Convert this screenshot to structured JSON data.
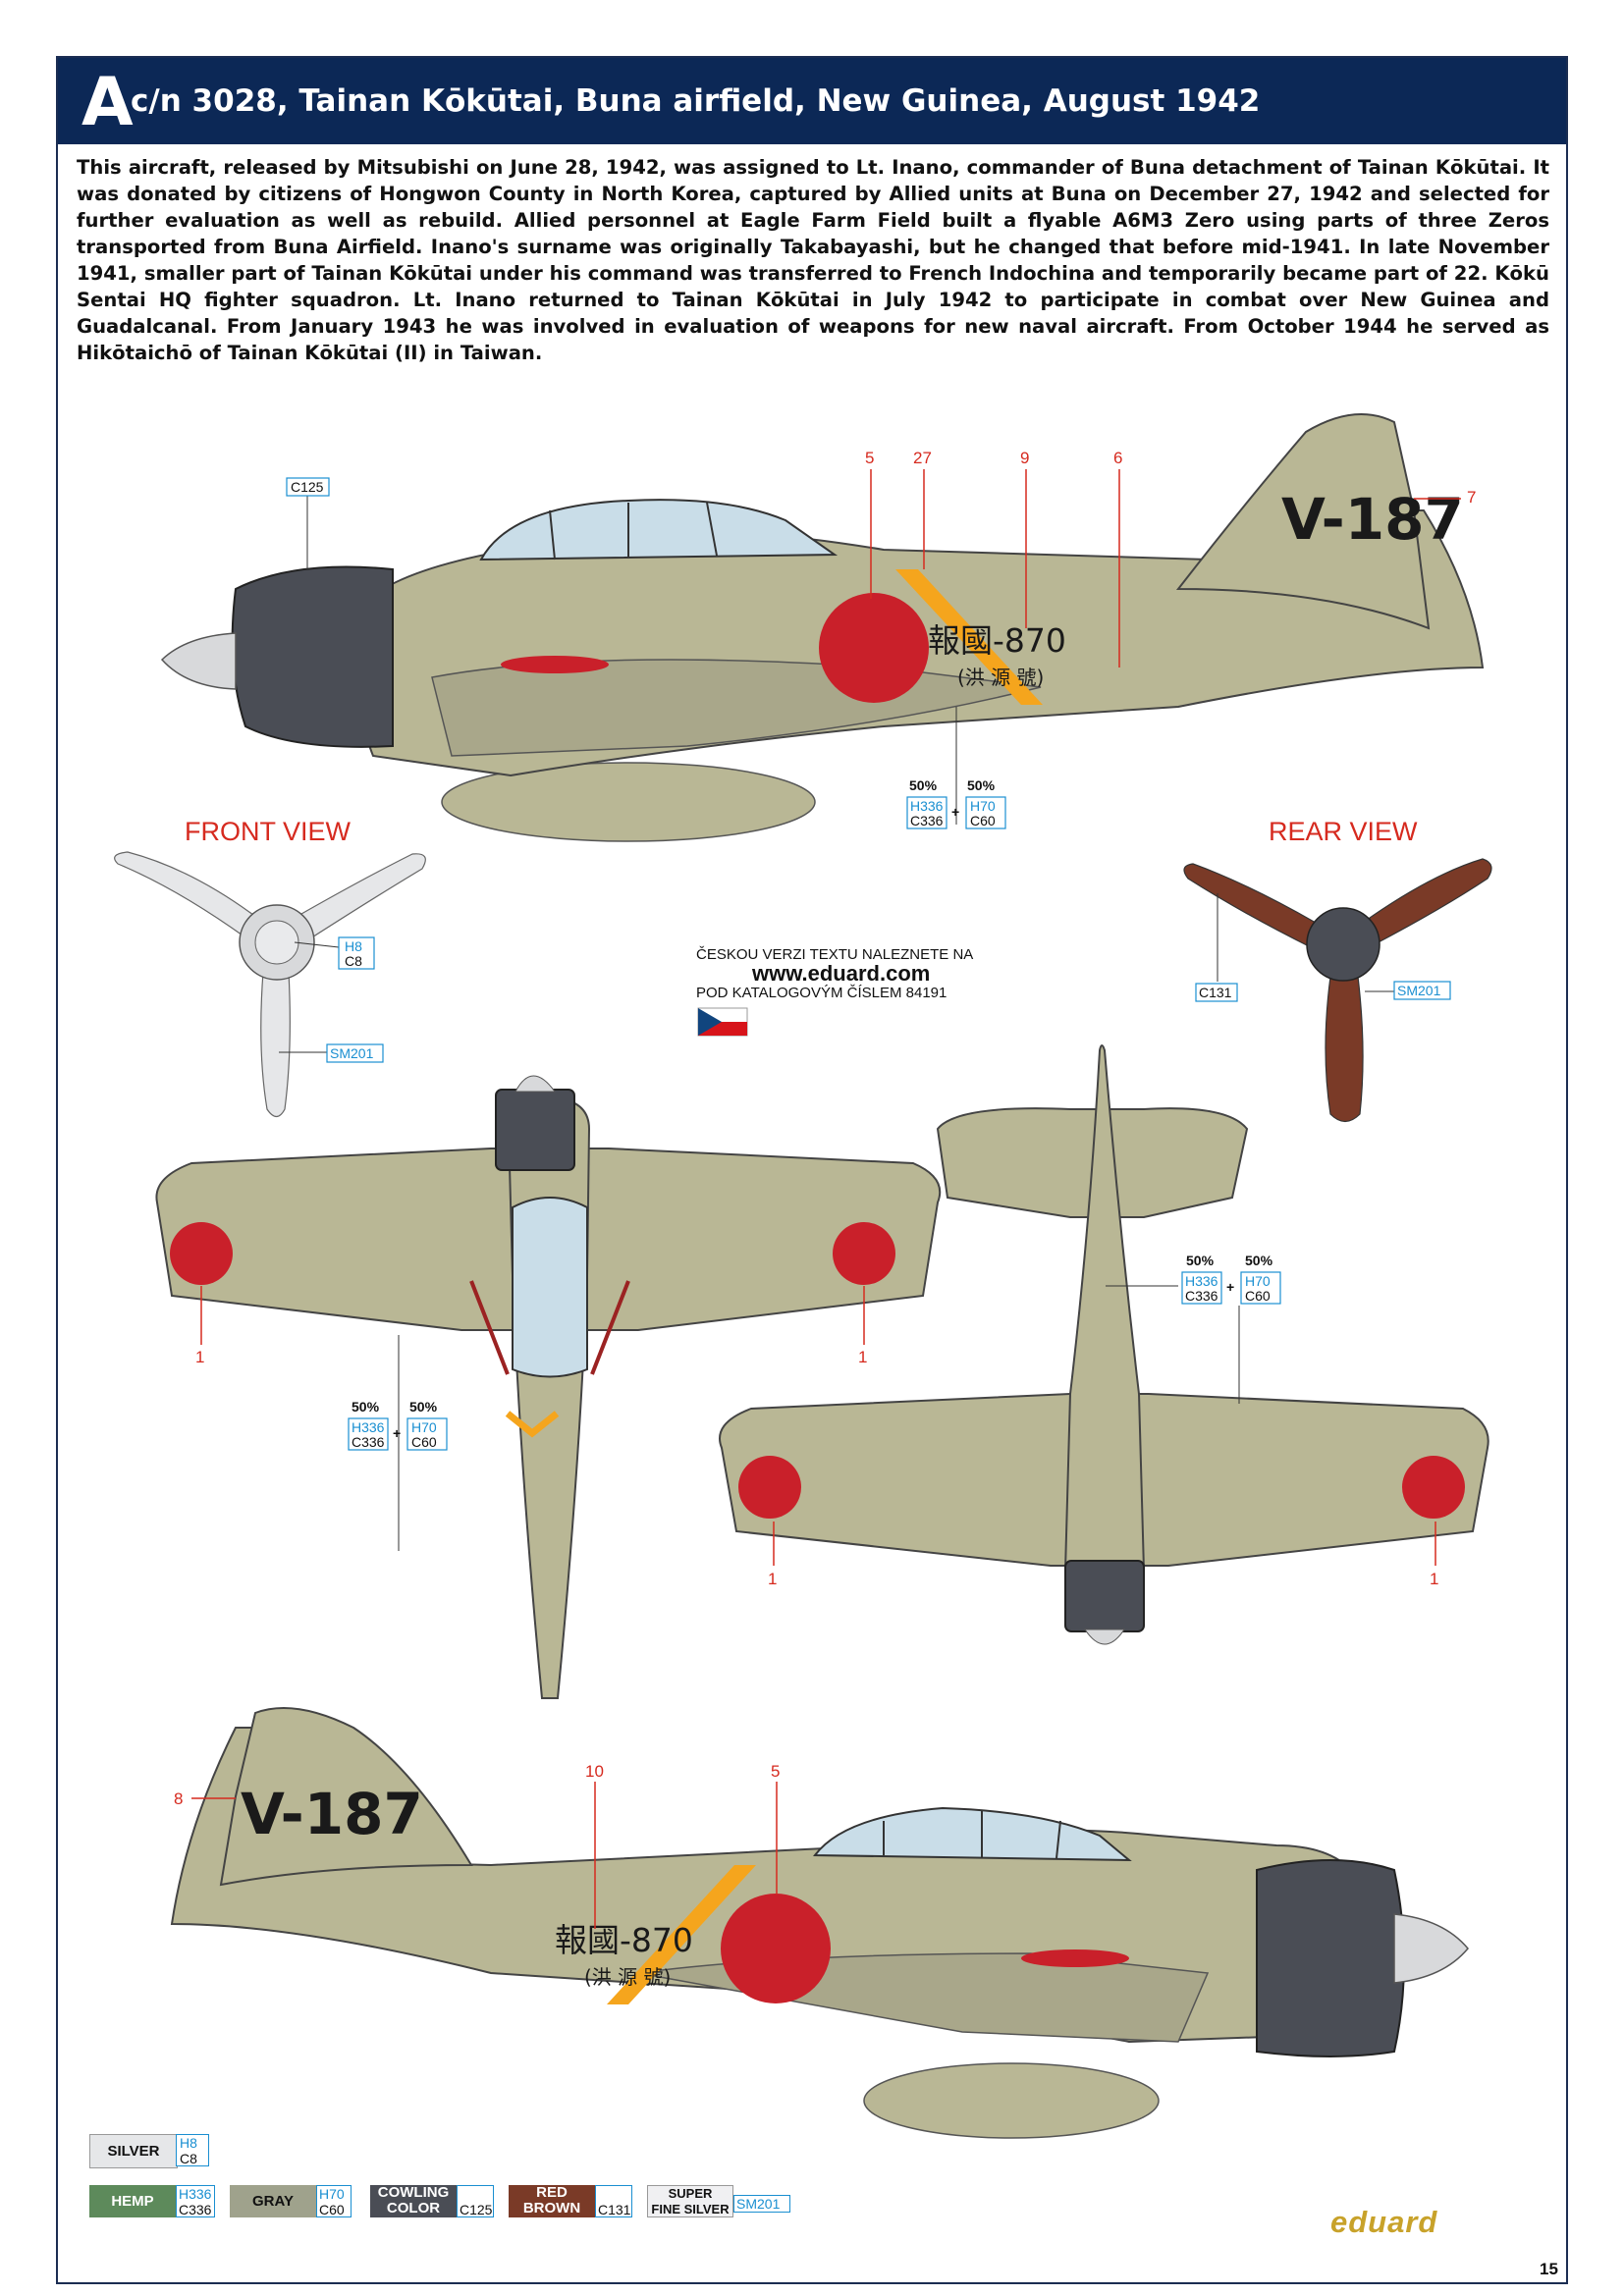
{
  "header": {
    "letter": "A",
    "title": "c/n 3028, Tainan Kōkūtai, Buna airfield, New Guinea, August 1942"
  },
  "description": "This aircraft, released by Mitsubishi on June 28, 1942, was assigned to Lt. Inano, commander of Buna detachment of Tainan Kōkūtai. It was donated by citizens of Hongwon County in North Korea, captured by Allied units at Buna on December 27, 1942 and selected for further evaluation as well as rebuild. Allied personnel at Eagle Farm Field built a flyable A6M3 Zero using parts of three Zeros transported from Buna Airfield. Inano's surname was originally Takabayashi, but he changed that before mid-1941. In late November 1941, smaller part of Tainan Kōkūtai under his command was transferred to French Indochina and temporarily became part of 22. Kōkū Sentai HQ fighter squadron. Lt. Inano returned to Tainan Kōkūtai in July 1942 to participate in combat over New Guinea and Guadalcanal. From January 1943 he was involved in evaluation of weapons for new naval aircraft. From October 1944 he served as Hikōtaichō of Tainan Kōkūtai (II) in Taiwan.",
  "markings": {
    "tail_code": "V-187",
    "fuselage_text": "報國-870",
    "fuselage_subtext": "(洪 源 號)"
  },
  "views": {
    "front_label": "FRONT VIEW",
    "rear_label": "REAR VIEW"
  },
  "callouts": {
    "left_side": [
      "5",
      "27",
      "9",
      "6",
      "7"
    ],
    "top_view": [
      "1",
      "1"
    ],
    "bottom_view": [
      "1",
      "1"
    ],
    "right_side": [
      "8",
      "10",
      "5"
    ]
  },
  "paint_refs": {
    "cowling": "C125",
    "front_prop_hub": [
      "H8",
      "C8"
    ],
    "front_prop_blade": "SM201",
    "rear_prop_blade": "C131",
    "rear_prop_hub": "SM201",
    "mix": {
      "left_pct": "50%",
      "right_pct": "50%",
      "left_codes": [
        "H336",
        "C336"
      ],
      "right_codes": [
        "H70",
        "C60"
      ],
      "plus": "+"
    }
  },
  "czech_note": {
    "line1": "ČESKOU VERZI TEXTU NALEZNETE NA",
    "url": "www.eduard.com",
    "line3": "POD KATALOGOVÝM ČÍSLEM 84191"
  },
  "legend": {
    "silver": {
      "name": "SILVER",
      "codes": [
        "H8",
        "C8"
      ]
    },
    "hemp": {
      "name": "HEMP",
      "codes": [
        "H336",
        "C336"
      ]
    },
    "gray": {
      "name": "GRAY",
      "codes": [
        "H70",
        "C60"
      ]
    },
    "cowling": {
      "name": "COWLING COLOR",
      "line1": "COWLING",
      "line2": "COLOR",
      "codes": [
        "C125"
      ]
    },
    "red_brown": {
      "name": "RED BROWN",
      "line1": "RED",
      "line2": "BROWN",
      "codes": [
        "C131"
      ]
    },
    "super_silver": {
      "name": "SUPER FINE SILVER",
      "line1": "SUPER",
      "line2": "FINE SILVER",
      "codes": [
        "SM201"
      ]
    }
  },
  "colors": {
    "header_bg": "#0c2856",
    "hemp": "#b9b795",
    "hinomaru": "#c9202a",
    "cowling": "#4a4d55",
    "stripe": "#f5a51d",
    "red_brown": "#7a3a27",
    "callout": "#d62a1f",
    "code_blue": "#1a8fd1"
  },
  "brand": "eduard",
  "page_number": "15"
}
